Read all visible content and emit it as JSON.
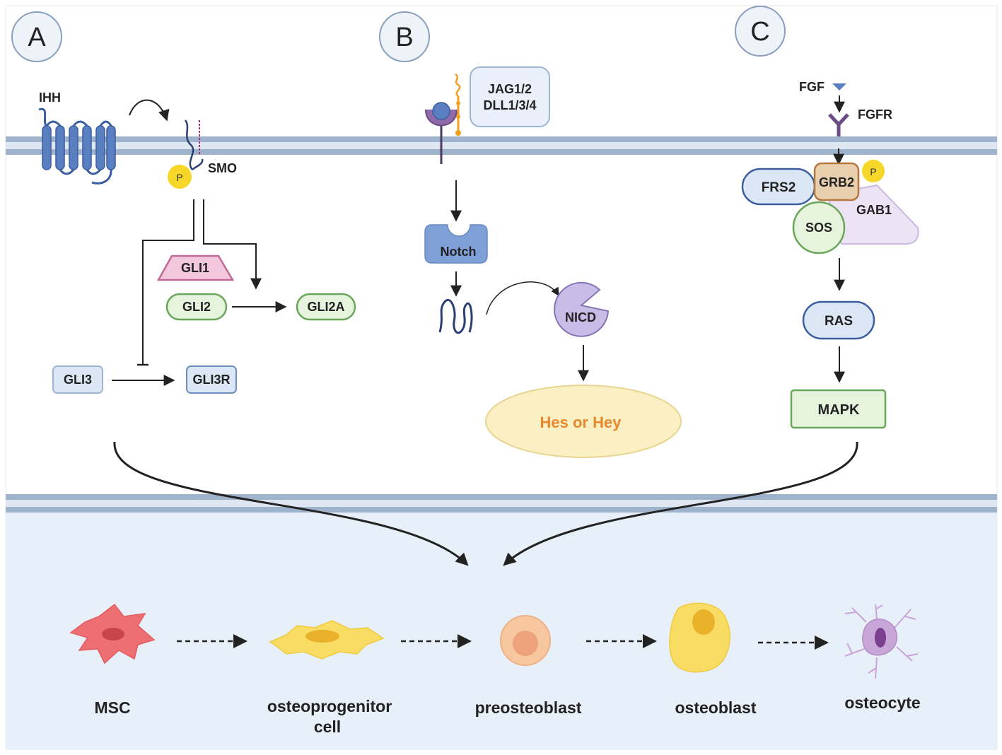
{
  "panels": {
    "a": "A",
    "b": "B",
    "c": "C"
  },
  "panel_a": {
    "ihh": "IHH",
    "smo": "SMO",
    "phospho": "P",
    "gli1": "GLI1",
    "gli2": "GLI2",
    "gli2a": "GLI2A",
    "gli3": "GLI3",
    "gli3r": "GLI3R"
  },
  "panel_b": {
    "ligand_line1": "JAG1/2",
    "ligand_line2": "DLL1/3/4",
    "notch": "Notch",
    "nicd": "NICD",
    "target": "Hes or Hey"
  },
  "panel_c": {
    "fgf": "FGF",
    "fgfr": "FGFR",
    "frs2": "FRS2",
    "grb2": "GRB2",
    "phospho": "P",
    "gab1": "GAB1",
    "sos": "SOS",
    "ras": "RAS",
    "mapk": "MAPK"
  },
  "differentiation": {
    "stages": [
      {
        "line1": "MSC",
        "line2": ""
      },
      {
        "line1": "osteoprogenitor",
        "line2": "cell"
      },
      {
        "line1": "preosteoblast",
        "line2": ""
      },
      {
        "line1": "osteoblast",
        "line2": ""
      },
      {
        "line1": "osteocyte",
        "line2": ""
      }
    ]
  },
  "colors": {
    "membrane": "#9fb3cc",
    "membrane_inner": "#dde6f1",
    "nucleus_bg": "#e7eff8",
    "receptor_blue": "#5a7fc0",
    "phospho_yellow": "#f7d62a",
    "gli1_fill": "#f3c7de",
    "gli1_stroke": "#c06a98",
    "green_fill": "#e6f3dd",
    "green_stroke": "#6aa65a",
    "blue_fill": "#dbe7f5",
    "blue_stroke": "#6d8fbf",
    "notch_fill": "#7f9fd7",
    "nicd_fill": "#c8bde6",
    "target_fill": "#faf0c4",
    "target_text": "#e8882e",
    "grb2_fill": "#e8cfae",
    "gab1_fill": "#ece4f5",
    "msc": "#ee6f72",
    "osteo_yellow": "#f8dc63",
    "preosteo": "#f7c7a0",
    "osteocyte": "#c9a6d8"
  }
}
